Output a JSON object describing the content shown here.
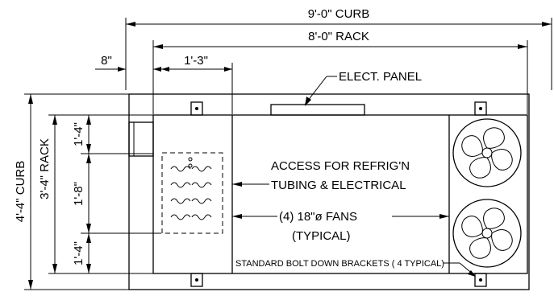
{
  "labels": {
    "curb_width": "9'-0\" CURB",
    "rack_width": "8'-0\" RACK",
    "offset_8": "8\"",
    "dim_1_3": "1'-3\"",
    "elect_panel": "ELECT. PANEL",
    "curb_height": "4'-4\" CURB",
    "rack_height": "3'-4\" RACK",
    "dim_top_1_4": "1'-4\"",
    "dim_mid_1_8": "1'-8\"",
    "dim_bot_1_4": "1'-4\"",
    "access_line1": "ACCESS FOR REFRIG'N",
    "access_line2": "TUBING & ELECTRICAL",
    "fans_line1": "(4) 18\"ø FANS",
    "fans_line2": "(TYPICAL)",
    "brackets": "STANDARD BOLT DOWN BRACKETS ( 4 TYPICAL)"
  }
}
